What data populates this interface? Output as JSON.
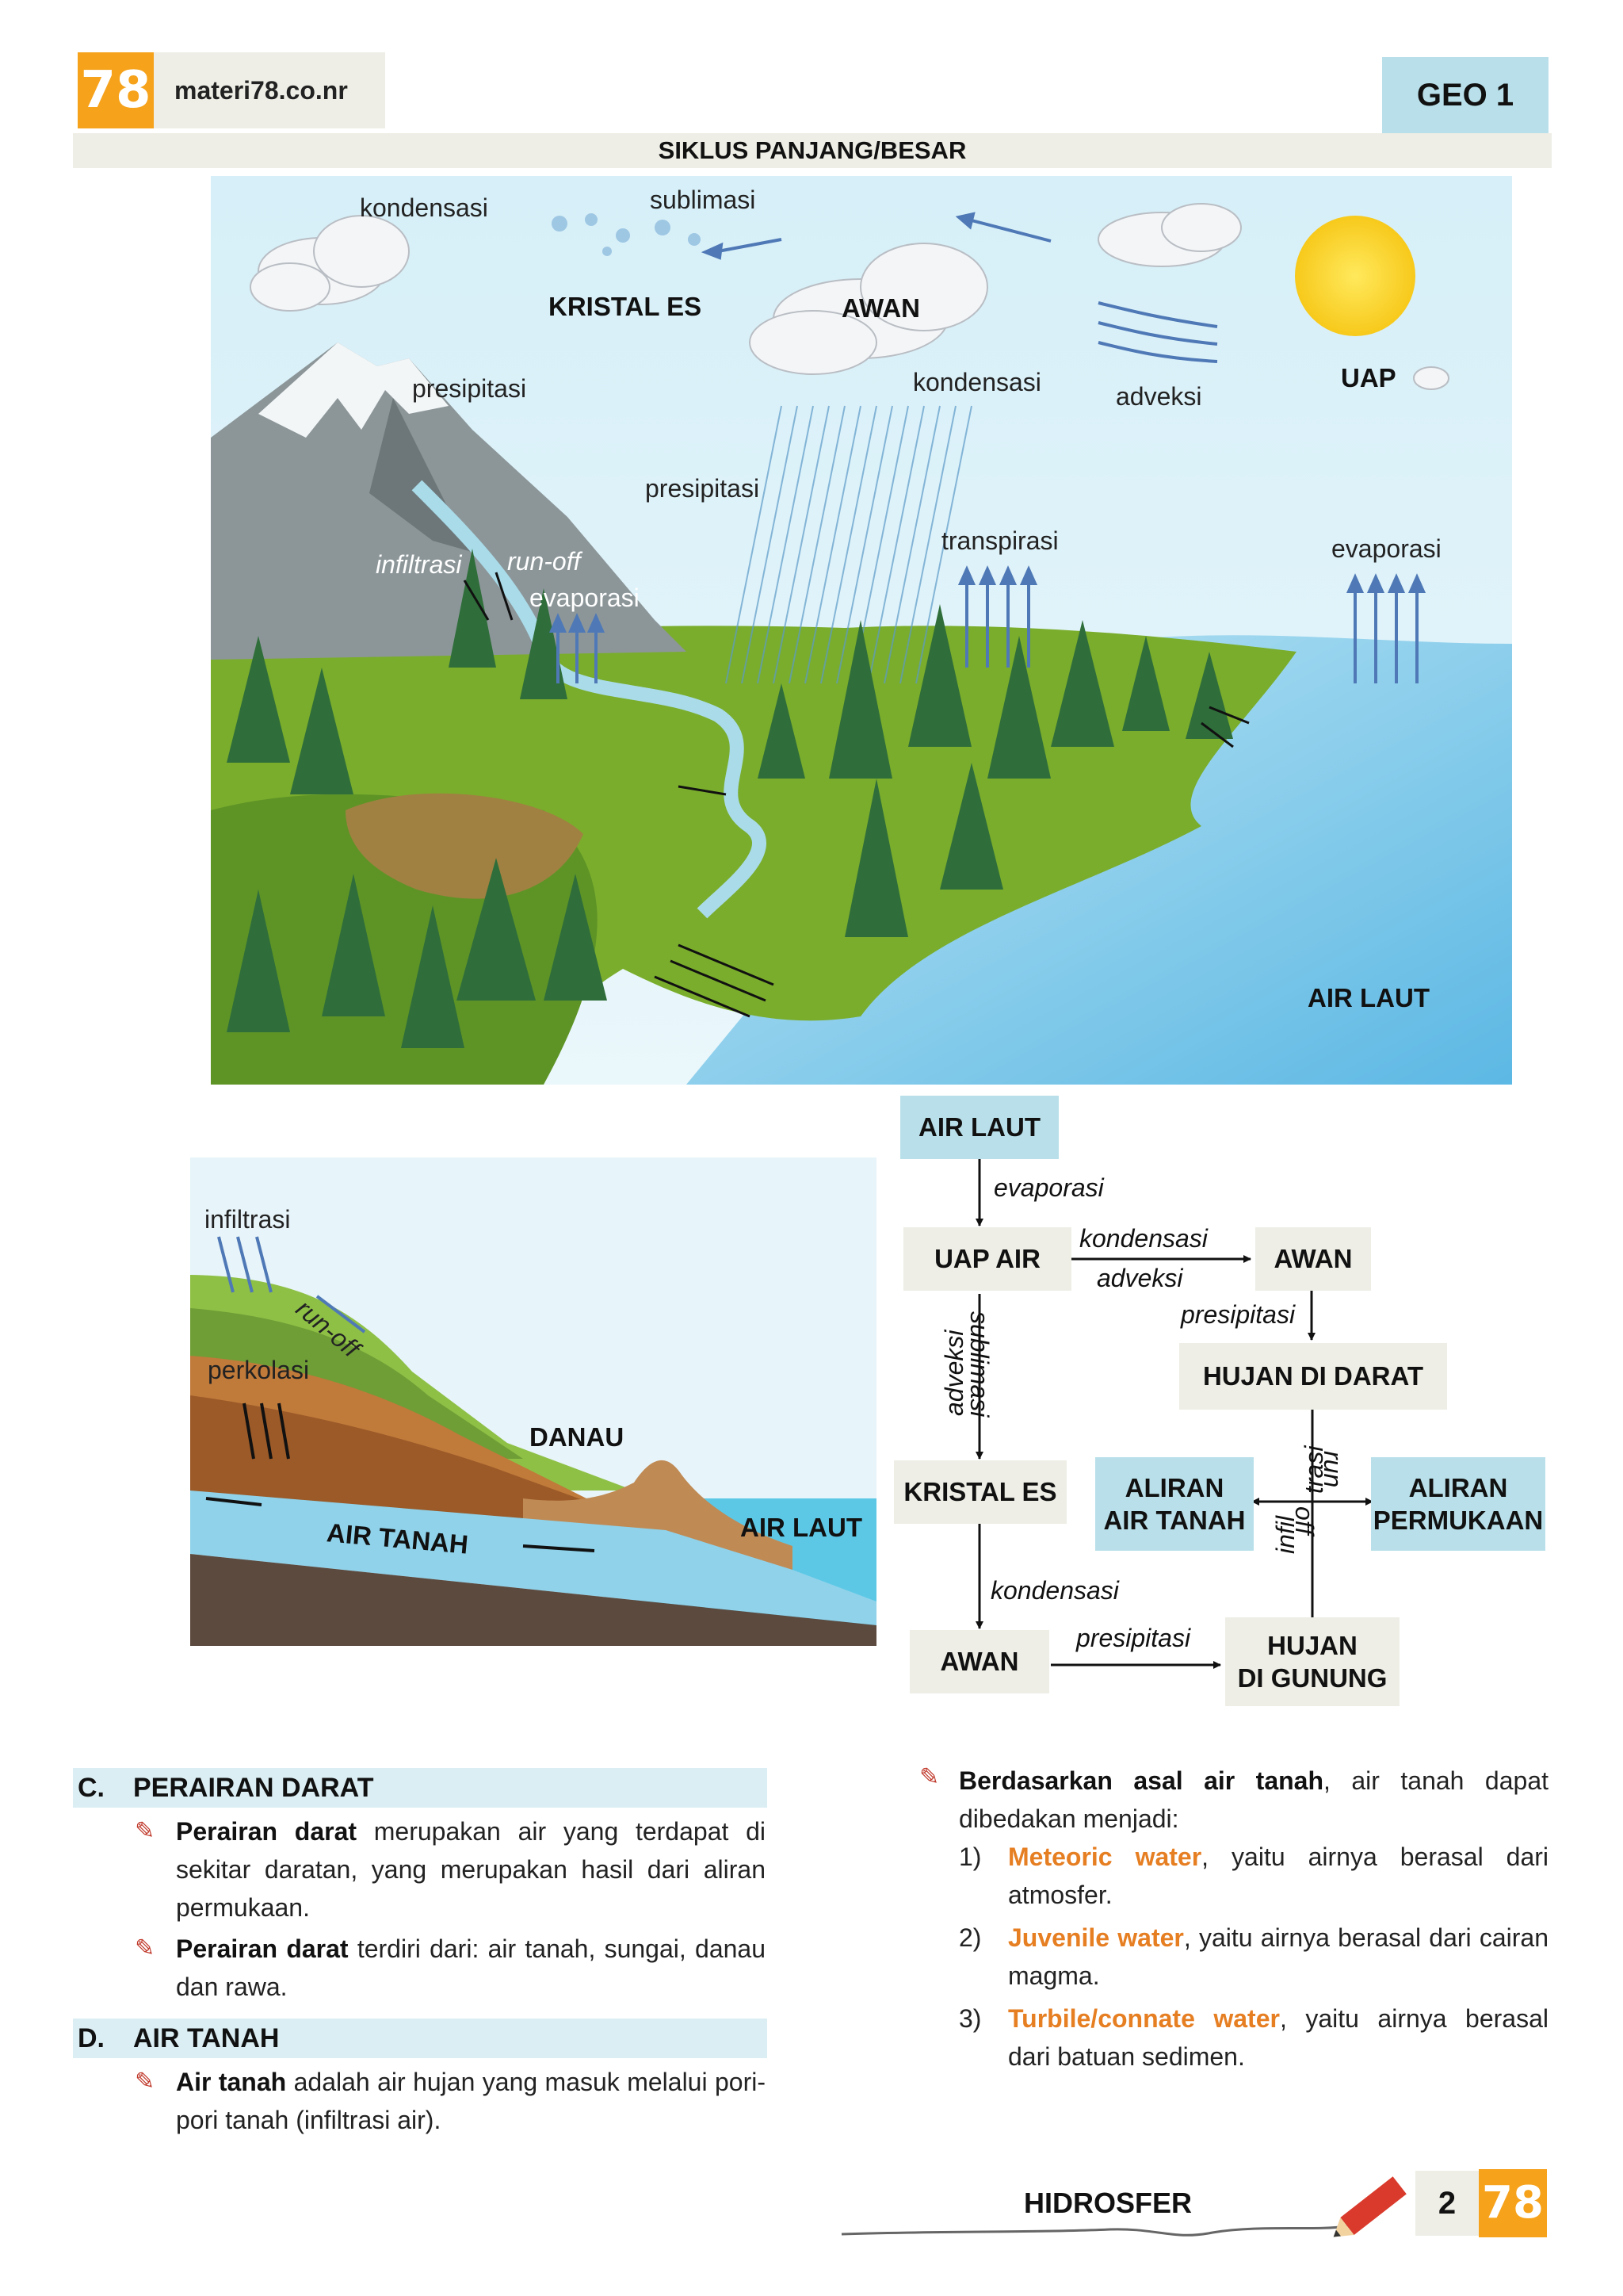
{
  "header": {
    "logo_text": "78",
    "site": "materi78.co.nr",
    "tag": "GEO 1",
    "title": "SIKLUS PANJANG/BESAR"
  },
  "big_diagram": {
    "labels": {
      "kondensasi_top": "kondensasi",
      "sublimasi": "sublimasi",
      "kristal_es": "KRISTAL ES",
      "awan": "AWAN",
      "presipitasi_mountain": "presipitasi",
      "kondensasi_mid": "kondensasi",
      "adveksi": "adveksi",
      "uap": "UAP",
      "presipitasi_rain": "presipitasi",
      "transpirasi": "transpirasi",
      "evaporasi_sea": "evaporasi",
      "infiltrasi": "infiltrasi",
      "run_off": "run-off",
      "evaporasi_river": "evaporasi",
      "air_laut": "AIR LAUT"
    }
  },
  "small_diagram": {
    "labels": {
      "infiltrasi": "infiltrasi",
      "run_off": "run-off",
      "perkolasi": "perkolasi",
      "danau": "DANAU",
      "air_tanah": "AIR TANAH",
      "air_laut": "AIR LAUT"
    }
  },
  "flowchart": {
    "nodes": {
      "air_laut": "AIR LAUT",
      "uap_air": "UAP AIR",
      "awan_top": "AWAN",
      "hujan_di_darat": "HUJAN DI DARAT",
      "kristal_es": "KRISTAL ES",
      "aliran_air_tanah_1": "ALIRAN",
      "aliran_air_tanah_2": "AIR TANAH",
      "aliran_permukaan_1": "ALIRAN",
      "aliran_permukaan_2": "PERMUKAAN",
      "awan_bottom": "AWAN",
      "hujan_di_gunung_1": "HUJAN",
      "hujan_di_gunung_2": "DI GUNUNG"
    },
    "edges": {
      "evaporasi": "evaporasi",
      "kondensasi_top": "kondensasi",
      "adveksi_h": "adveksi",
      "presipitasi_top": "presipitasi",
      "adveksi_v": "adveksi",
      "sublimasi_v": "sublimasi",
      "infil": "infil",
      "trasi": "trasi",
      "run": "run",
      "off": "off",
      "kondensasi_bottom": "kondensasi",
      "presipitasi_bottom": "presipitasi"
    }
  },
  "section_c": {
    "letter": "C.",
    "title": "PERAIRAN DARAT",
    "p1_bold": "Perairan darat",
    "p1_rest": " merupakan air yang terdapat di sekitar daratan, yang merupakan hasil dari aliran permukaan.",
    "p2_bold": "Perairan darat",
    "p2_rest": " terdiri dari: air tanah, sungai, danau dan rawa."
  },
  "section_d": {
    "letter": "D.",
    "title": "AIR TANAH",
    "p1_bold": "Air tanah",
    "p1_rest": " adalah air hujan yang masuk melalui pori-pori tanah (infiltrasi air)."
  },
  "right_col": {
    "intro_bold": "Berdasarkan asal air tanah",
    "intro_rest": ", air tanah dapat dibedakan menjadi:",
    "items": [
      {
        "num": "1)",
        "term": "Meteoric water",
        "rest": ", yaitu airnya berasal dari atmosfer."
      },
      {
        "num": "2)",
        "term": "Juvenile water",
        "rest": ", yaitu airnya berasal dari cairan magma."
      },
      {
        "num": "3)",
        "term": "Turbile/connate water",
        "rest": ", yaitu airnya berasal dari batuan sedimen."
      }
    ]
  },
  "footer": {
    "title": "HIDROSFER",
    "page": "2",
    "logo_text": "78"
  },
  "colors": {
    "orange": "#f6a21a",
    "light_blue": "#b9e0ea",
    "beige": "#eeeee6",
    "term_orange": "#e67e22"
  }
}
